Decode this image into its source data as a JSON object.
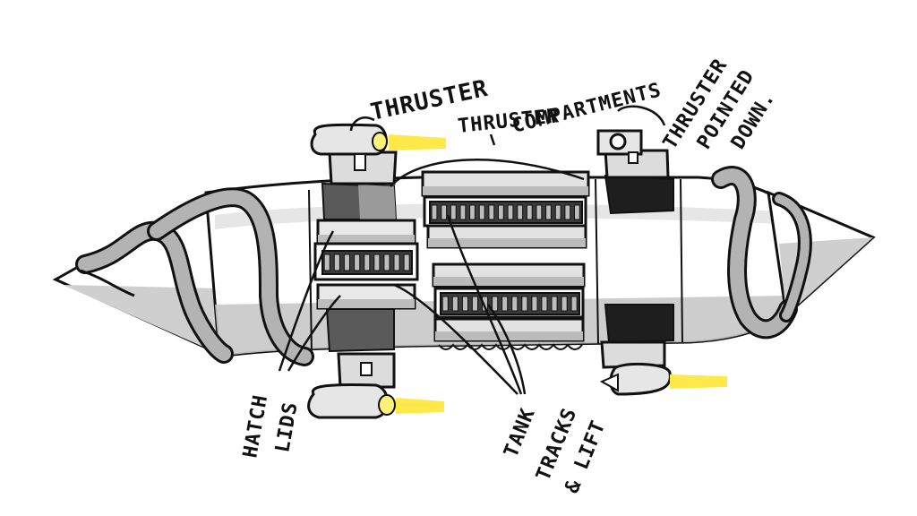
{
  "labels": {
    "thruster_top": "THRUSTER",
    "compartments_line1": "THRUSTER",
    "compartments_line2": "COMPARTMENTS",
    "pointed_line1": "THRUSTER",
    "pointed_line2": "POINTED",
    "pointed_line3": "DOWN.",
    "hatch_line1": "HATCH",
    "hatch_line2": "LIDS",
    "tracks_line1": "TANK",
    "tracks_line2": "TRACKS",
    "tracks_line3": "& LIFT"
  },
  "colors": {
    "ink": "#111111",
    "hull_shade": "#c8c8c8",
    "band_grey": "#a9a9a9",
    "dark_panel": "#2a2a2a",
    "flame": "#ffe94a",
    "nozzle_glow": "#fff27a"
  }
}
